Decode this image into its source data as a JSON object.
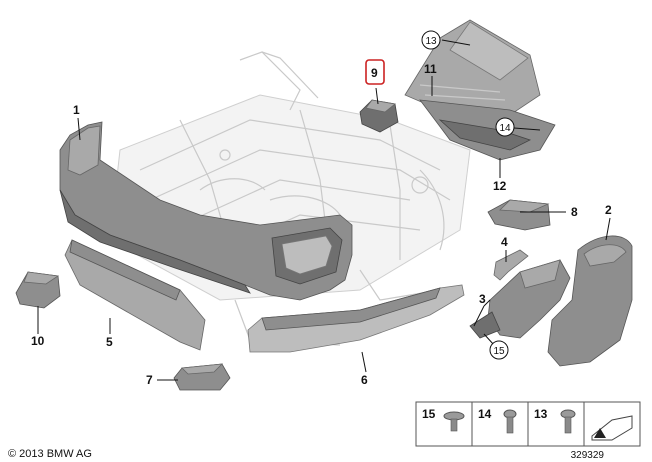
{
  "callouts": {
    "c1": "1",
    "c2": "2",
    "c3": "3",
    "c4": "4",
    "c5": "5",
    "c6": "6",
    "c7": "7",
    "c8": "8",
    "c9": "9",
    "c10": "10",
    "c11": "11",
    "c12": "12",
    "c13": "13",
    "c14": "14",
    "c15": "15"
  },
  "legend": {
    "item15": "15",
    "item14": "14",
    "item13": "13"
  },
  "footer": {
    "copyright": "© 2013 BMW AG",
    "diagram_number": "329329"
  },
  "colors": {
    "highlight_box": "#cc2222",
    "part_fill": "#8e8e8e",
    "ghost_frame": "#c9c9c9"
  }
}
